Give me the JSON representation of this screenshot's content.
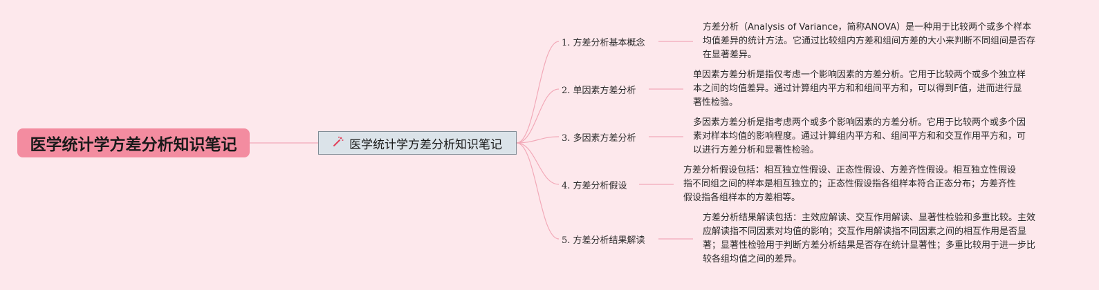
{
  "root": {
    "title": "医学统计学方差分析知识笔记"
  },
  "center": {
    "icon": "magic-wand-icon",
    "title": "医学统计学方差分析知识笔记"
  },
  "branches": [
    {
      "label": "1. 方差分析基本概念",
      "desc": "方差分析（Analysis of Variance，简称ANOVA）是一种用于比较两个或多个样本均值差异的统计方法。它通过比较组内方差和组间方差的大小来判断不同组间是否存在显著差异。"
    },
    {
      "label": "2. 单因素方差分析",
      "desc": "单因素方差分析是指仅考虑一个影响因素的方差分析。它用于比较两个或多个独立样本之间的均值差异。通过计算组内平方和和组间平方和，可以得到F值，进而进行显著性检验。"
    },
    {
      "label": "3. 多因素方差分析",
      "desc": "多因素方差分析是指考虑两个或多个影响因素的方差分析。它用于比较两个或多个因素对样本均值的影响程度。通过计算组内平方和、组间平方和和交互作用平方和，可以进行方差分析和显著性检验。"
    },
    {
      "label": "4. 方差分析假设",
      "desc": "方差分析假设包括：相互独立性假设、正态性假设、方差齐性假设。相互独立性假设指不同组之间的样本是相互独立的；正态性假设指各组样本符合正态分布；方差齐性假设指各组样本的方差相等。"
    },
    {
      "label": "5. 方差分析结果解读",
      "desc": "方差分析结果解读包括：主效应解读、交互作用解读、显著性检验和多重比较。主效应解读指不同因素对均值的影响；交互作用解读指不同因素之间的相互作用是否显著；显著性检验用于判断方差分析结果是否存在统计显著性；多重比较用于进一步比较各组均值之间的差异。"
    }
  ],
  "colors": {
    "background": "#fde8ec",
    "root_fill": "#f38ca0",
    "center_fill": "#dbe3e9",
    "line": "#f2a9b8"
  }
}
